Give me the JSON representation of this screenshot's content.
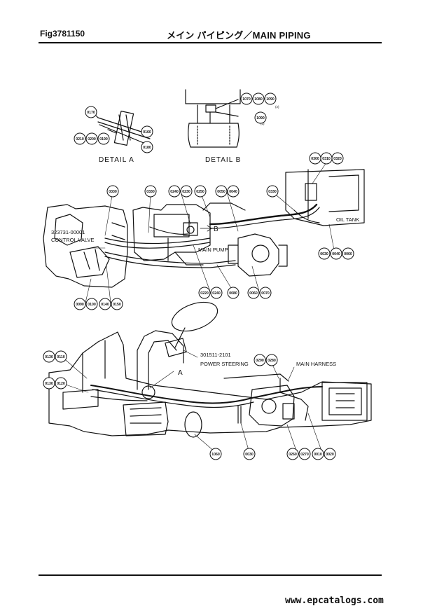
{
  "header": {
    "fig_id": "Fig3781150",
    "title": "メイン パイピング／MAIN PIPING"
  },
  "details": {
    "a_label": "DETAIL A",
    "b_label": "DETAIL B",
    "a_callouts": [
      "0170",
      "0160",
      "0180",
      "0210",
      "0200",
      "0190"
    ],
    "b_callouts": [
      "1070",
      "1080",
      "1090",
      "1090"
    ],
    "b_notes": [
      "(2)",
      "(3)"
    ]
  },
  "upper_view": {
    "control_valve_part": "323731-00001",
    "control_valve_label": "CONTROL VALVE",
    "main_pump_label": "MAIN PUMP",
    "oil_tank_label": "OIL TANK",
    "arrow_b_label": "B",
    "callouts": [
      "0330",
      "0330",
      "0240",
      "0230",
      "0250",
      "0050",
      "0040",
      "0330",
      "0300",
      "0310",
      "0320",
      "0030",
      "0040",
      "0060",
      "0090",
      "0100",
      "0140",
      "0150",
      "0220",
      "0240",
      "0080",
      "0060",
      "0070"
    ]
  },
  "lower_view": {
    "power_steering_part": "301511-2101",
    "power_steering_label": "POWER STEERING",
    "main_harness_label": "MAIN HARNESS",
    "arrow_a_label": "A",
    "callouts": [
      "0130",
      "0110",
      "0130",
      "0120",
      "0290",
      "0280",
      "1060",
      "0030",
      "0260",
      "0270",
      "0010",
      "0020"
    ]
  },
  "footer": {
    "watermark": "www.epcatalogs.com"
  }
}
